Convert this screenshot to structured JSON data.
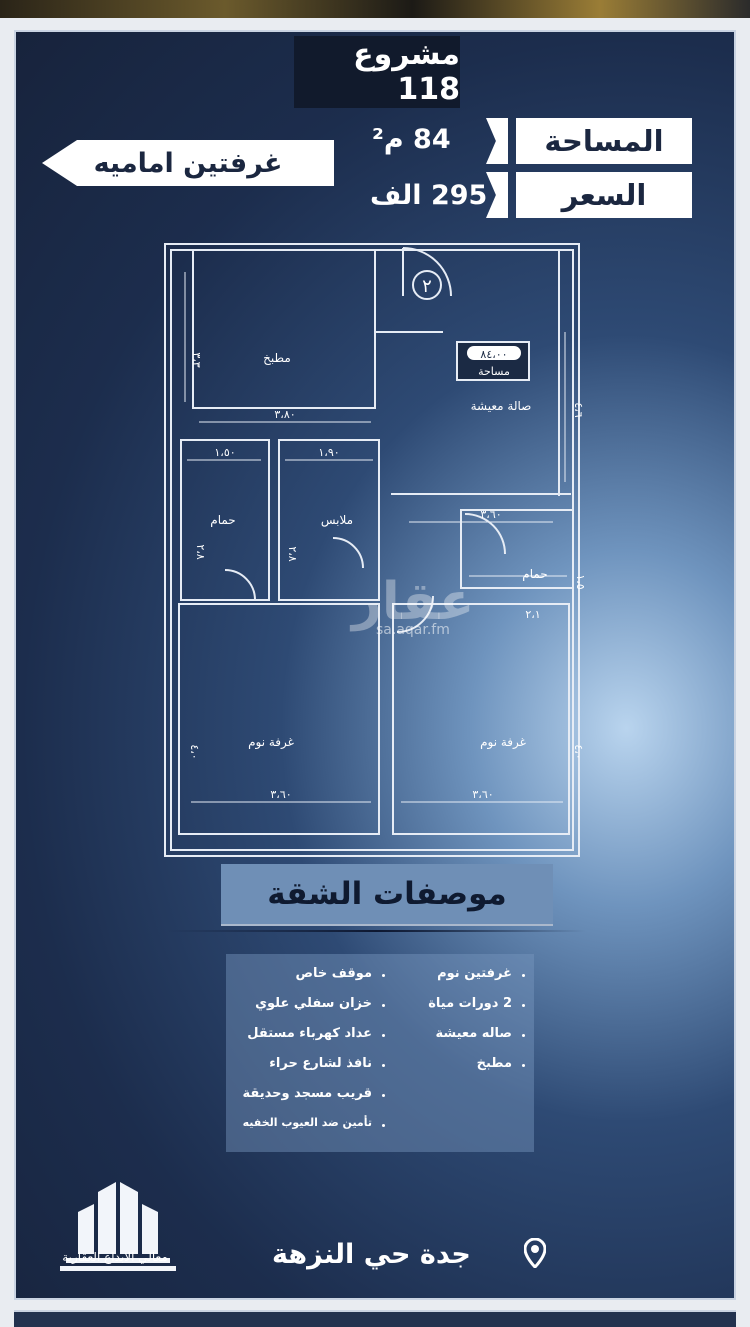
{
  "project": {
    "title": "مشروع 118"
  },
  "area": {
    "label": "المساحة",
    "value": "84 م²"
  },
  "price": {
    "label": "السعر",
    "value": "295 الف"
  },
  "rooms_tag": "غرفتين اماميه",
  "floor_plan": {
    "floor_number": "٢",
    "area_value": "٨٤،٠٠",
    "area_label": "مساحة",
    "rooms": {
      "kitchen": "مطبخ",
      "living": "صالة معيشة",
      "bath1": "حمام",
      "closet": "ملابس",
      "bath2": "حمام",
      "bedroom1": "غرفة نوم",
      "bedroom2": "غرفة نوم"
    },
    "dims": {
      "kitchen_h": "٣،٣",
      "kitchen_w": "٣،٨٠",
      "living_h": "٤،٦",
      "bath1_w": "١،٥٠",
      "bath1_h": "٢،٨",
      "closet_w": "١،٩٠",
      "closet_h": "٢،٨",
      "living_w": "٣،٦٠",
      "bath2_h": "١،٥",
      "bath2_w": "٢،١",
      "bed1_h": "٤،٠",
      "bed1_w": "٣،٦٠",
      "bed2_h": "٤،٠",
      "bed2_w": "٣،٦٠"
    }
  },
  "watermark": {
    "brand": "عقار",
    "url": "sa.aqar.fm"
  },
  "specs": {
    "title": "موصفات الشقة",
    "right": [
      "غرفتين نوم",
      "2 دورات مياة",
      "صاله معيشة",
      "مطبخ"
    ],
    "left": [
      "موقف خاص",
      "خزان سفلي علوي",
      "عداد كهرباء مستقل",
      "نافذ لشارع حراء",
      "قريب مسجد وحديقة",
      "تأمين ضد العيوب الخفيه"
    ]
  },
  "company": "معالي الابداع العقارية",
  "location": "جدة حي النزهة"
}
